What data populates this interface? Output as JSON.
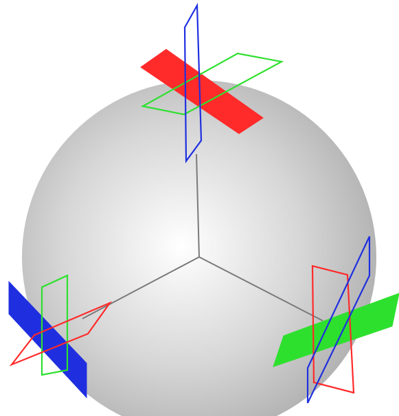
{
  "colors": {
    "background": "#ffffff",
    "sphere_highlight": "#ffffff",
    "sphere_mid": "#d6d6d6",
    "sphere_shadow": "#a9a9a9",
    "axis": "#7a7a7a",
    "red": "#ff2a2a",
    "green": "#2ee02e",
    "blue": "#1f2fe0"
  },
  "diagram": {
    "shape": "sphere",
    "axes": 3,
    "plane_groups": [
      {
        "position": "top",
        "filled_plane": "red",
        "outline_planes": [
          "green",
          "blue"
        ]
      },
      {
        "position": "lower-left",
        "filled_plane": "blue",
        "outline_planes": [
          "green",
          "red"
        ]
      },
      {
        "position": "lower-right",
        "filled_plane": "green",
        "outline_planes": [
          "red",
          "blue"
        ]
      }
    ]
  }
}
